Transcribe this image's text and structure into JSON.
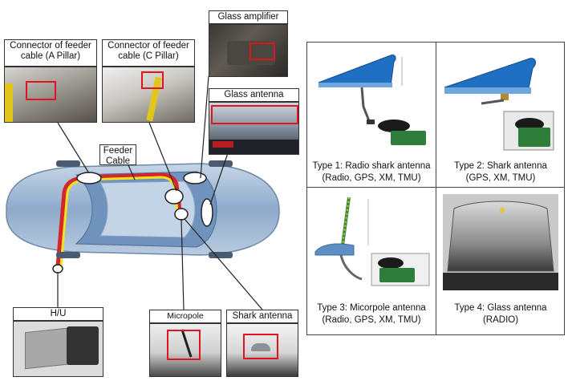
{
  "callouts": {
    "glass_amplifier": "Glass amplifier",
    "connector_a_pillar": "Connector of feeder\ncable (A Pillar)",
    "connector_c_pillar": "Connector of feeder\ncable (C Pillar)",
    "glass_antenna": "Glass antenna",
    "feeder_cable": "Feeder\nCable",
    "hu": "H/U",
    "micropole_antenna": "Micropole antenna",
    "shark_antenna": "Shark antenna"
  },
  "types": [
    {
      "caption": "Type 1: Radio shark antenna\n(Radio, GPS, XM, TMU)"
    },
    {
      "caption": "Type 2: Shark antenna\n(GPS, XM, TMU)"
    },
    {
      "caption": "Type 3: Micorpole antenna\n(Radio, GPS, XM, TMU)"
    },
    {
      "caption": "Type 4: Glass antenna\n(RADIO)"
    }
  ],
  "colors": {
    "callout_box": "#e0141e",
    "feeder_cable_yellow": "#f2e21a",
    "feeder_cable_red": "#d9242b",
    "car_body": "#9fb8d6",
    "shark_blue": "#1f6fc2"
  }
}
